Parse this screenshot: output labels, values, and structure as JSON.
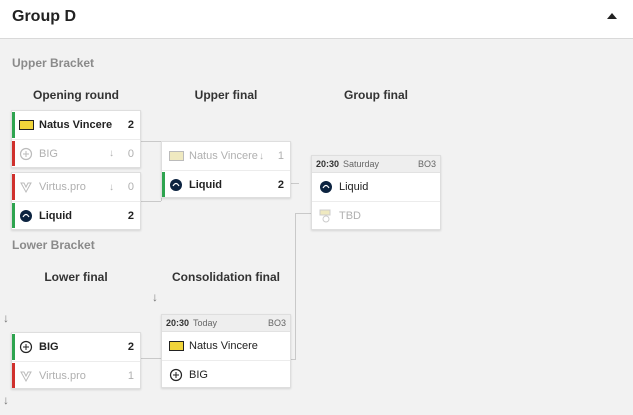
{
  "header": {
    "title": "Group D",
    "collapse_icon": "chevron-up-icon"
  },
  "upper": {
    "label": "Upper Bracket",
    "col_opening": "Opening round",
    "col_upper_final": "Upper final",
    "col_group_final": "Group final",
    "opening1": {
      "t1": {
        "name": "Natus Vincere",
        "score": "2",
        "logo": "navi-logo"
      },
      "t2": {
        "name": "BIG",
        "score": "0",
        "logo": "big-logo"
      }
    },
    "opening2": {
      "t1": {
        "name": "Virtus.pro",
        "score": "0",
        "logo": "virtuspro-logo"
      },
      "t2": {
        "name": "Liquid",
        "score": "2",
        "logo": "liquid-logo"
      }
    },
    "upper_final": {
      "t1": {
        "name": "Natus Vincere",
        "score": "1",
        "logo": "navi-logo"
      },
      "t2": {
        "name": "Liquid",
        "score": "2",
        "logo": "liquid-logo"
      }
    },
    "group_final": {
      "time": "20:30",
      "day": "Saturday",
      "format": "BO3",
      "t1": {
        "name": "Liquid",
        "logo": "liquid-logo"
      },
      "t2": {
        "name": "TBD",
        "logo": "tbd-logo"
      }
    }
  },
  "lower": {
    "label": "Lower Bracket",
    "col_lower_final": "Lower final",
    "col_consolidation": "Consolidation final",
    "lower_final": {
      "t1": {
        "name": "BIG",
        "score": "2",
        "logo": "big-logo"
      },
      "t2": {
        "name": "Virtus.pro",
        "score": "1",
        "logo": "virtuspro-logo"
      }
    },
    "consolidation": {
      "time": "20:30",
      "day": "Today",
      "format": "BO3",
      "t1": {
        "name": "Natus Vincere",
        "logo": "navi-logo"
      },
      "t2": {
        "name": "BIG",
        "logo": "big-logo"
      }
    }
  },
  "arrows": {
    "down": "↓"
  },
  "colors": {
    "win": "#2ea44f",
    "lose": "#d0312d"
  }
}
